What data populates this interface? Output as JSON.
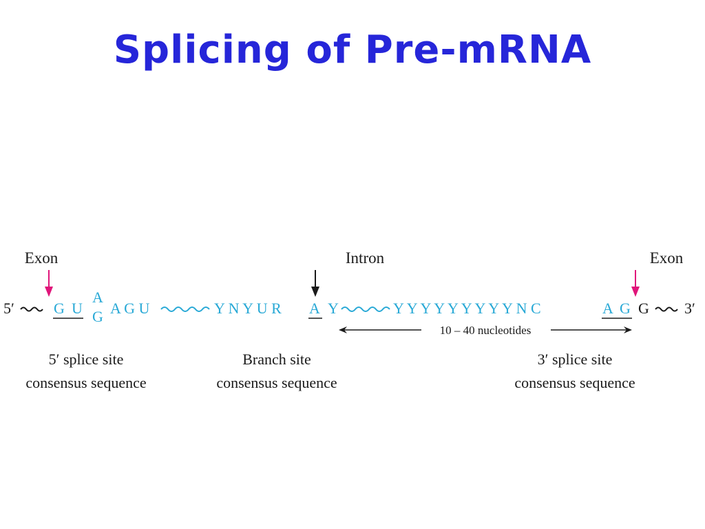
{
  "title": "Splicing of Pre-mRNA",
  "labels": {
    "exon_left": "Exon",
    "intron": "Intron",
    "exon_right": "Exon"
  },
  "sequence": {
    "five_prime": "5′",
    "three_prime": "3′",
    "g1": "G",
    "u1": "U",
    "a_top": "A",
    "g_bottom": "G",
    "agu": "A G U",
    "branch": "Y N Y U R",
    "branch_a": "A",
    "y_after_a": "Y",
    "poly_y": "Y Y Y Y Y Y Y Y Y N C",
    "ag_a": "A",
    "ag_g": "G",
    "exon_g": "G"
  },
  "span": {
    "label": "10 – 40 nucleotides"
  },
  "captions": {
    "five_site_line1": "5′ splice site",
    "five_site_line2": "consensus sequence",
    "branch_line1": "Branch site",
    "branch_line2": "consensus sequence",
    "three_site_line1": "3′ splice site",
    "three_site_line2": "consensus sequence"
  },
  "colors": {
    "title": "#2626d9",
    "sequence": "#29a9d6",
    "splice_arrow": "#e0157a",
    "text": "#1a1a1a"
  }
}
